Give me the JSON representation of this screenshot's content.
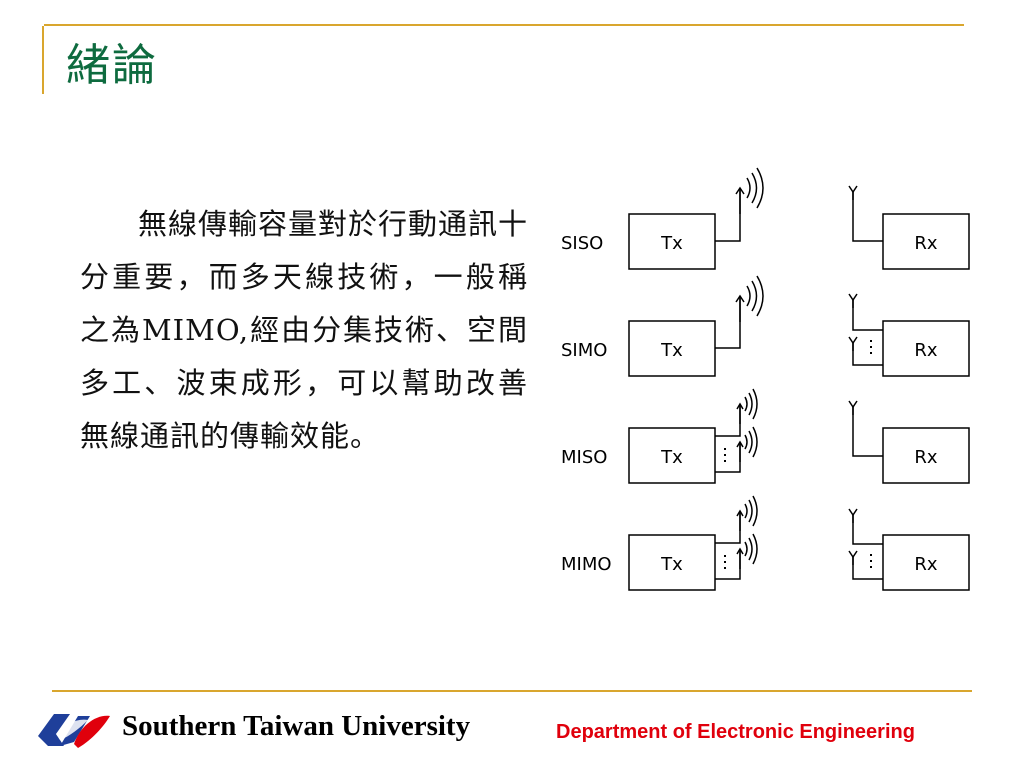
{
  "slide": {
    "title": "緒論",
    "body": "無線傳輸容量對於行動通訊十分重要，而多天線技術，一般稱之為MIMO,經由分集技術、空間多工、波束成形，可以幫助改善無線通訊的傳輸效能。"
  },
  "diagram": {
    "rows": [
      {
        "label": "SISO",
        "tx": "Tx",
        "rx": "Rx"
      },
      {
        "label": "SIMO",
        "tx": "Tx",
        "rx": "Rx"
      },
      {
        "label": "MISO",
        "tx": "Tx",
        "rx": "Rx"
      },
      {
        "label": "MIMO",
        "tx": "Tx",
        "rx": "Rx"
      }
    ]
  },
  "footer": {
    "university": "Southern Taiwan University",
    "department": "Department of Electronic Engineering"
  },
  "colors": {
    "accent_line": "#d9a62e",
    "title": "#0e6b3f",
    "department": "#e0000c",
    "logo_blue": "#1f3f9a",
    "logo_red": "#e0000c"
  }
}
